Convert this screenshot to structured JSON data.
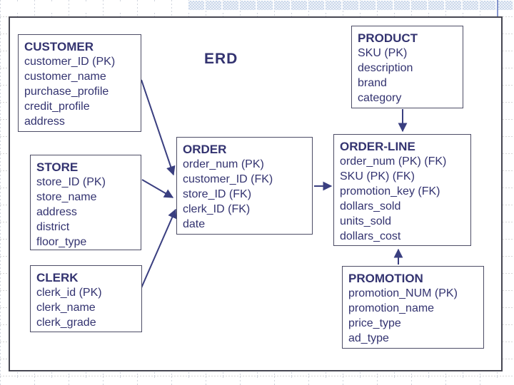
{
  "slide": {
    "title": "ERD",
    "colors": {
      "text": "#333370",
      "band": "#cbd8eb",
      "frame_border": "#474752",
      "arrow": "#3a3f80",
      "divider": "#8494cd",
      "entity_border": "#4d4d66"
    }
  },
  "entities": [
    {
      "name": "CUSTOMER",
      "fields": [
        "customer_ID (PK)",
        "customer_name",
        "purchase_profile",
        "credit_profile",
        "address"
      ]
    },
    {
      "name": "STORE",
      "fields": [
        "store_ID (PK)",
        "store_name",
        "address",
        "district",
        "floor_type"
      ]
    },
    {
      "name": "CLERK",
      "fields": [
        "clerk_id (PK)",
        "clerk_name",
        "clerk_grade"
      ]
    },
    {
      "name": "ORDER",
      "fields": [
        "order_num (PK)",
        "customer_ID (FK)",
        "store_ID (FK)",
        "clerk_ID (FK)",
        "date"
      ]
    },
    {
      "name": "PRODUCT",
      "fields": [
        "SKU (PK)",
        "description",
        "brand",
        "category"
      ]
    },
    {
      "name": "ORDER-LINE",
      "fields": [
        "order_num (PK) (FK)",
        "SKU (PK) (FK)",
        "promotion_key (FK)",
        "dollars_sold",
        "units_sold",
        "dollars_cost"
      ]
    },
    {
      "name": "PROMOTION",
      "fields": [
        "promotion_NUM (PK)",
        "promotion_name",
        "price_type",
        "ad_type"
      ]
    }
  ],
  "relationships": [
    {
      "from": "CUSTOMER",
      "to": "ORDER"
    },
    {
      "from": "STORE",
      "to": "ORDER"
    },
    {
      "from": "CLERK",
      "to": "ORDER"
    },
    {
      "from": "ORDER",
      "to": "ORDER-LINE"
    },
    {
      "from": "PRODUCT",
      "to": "ORDER-LINE"
    },
    {
      "from": "PROMOTION",
      "to": "ORDER-LINE"
    }
  ]
}
